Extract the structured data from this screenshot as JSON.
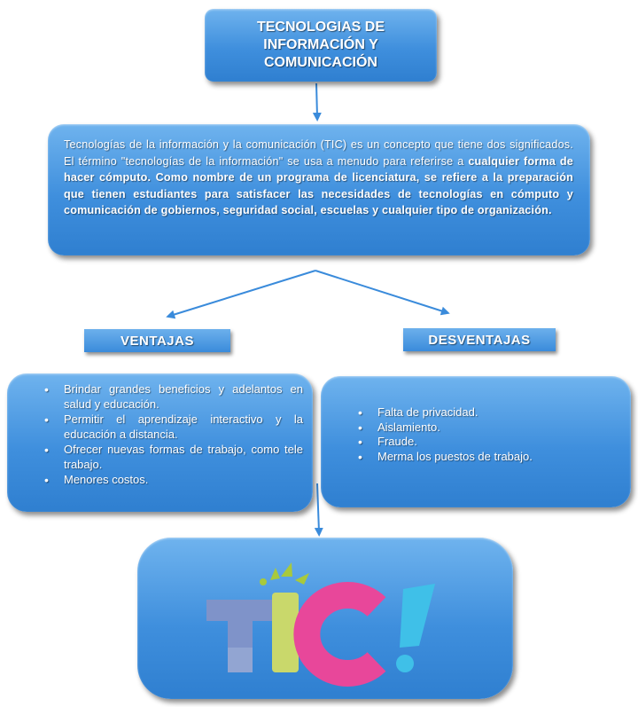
{
  "title": "TECNOLOGIAS DE\nINFORMACIÓN Y\nCOMUNICACIÓN",
  "definition": {
    "part1": "Tecnologías de la información y la comunicación (TIC) es un concepto que tiene dos significados. El término \"tecnologías de la información\" se usa a menudo para referirse a ",
    "part2": "cualquier forma de hacer cómputo. Como nombre de un programa de licenciatura, se refiere a la preparación que tienen estudiantes para satisfacer las necesidades de tecnologías en cómputo y comunicación de gobiernos, seguridad social, escuelas y cualquier tipo de organización."
  },
  "ventajas": {
    "label": "VENTAJAS",
    "items": [
      "Brindar grandes beneficios y adelantos en salud y educación.",
      "Permitir el aprendizaje interactivo y la educación a distancia.",
      "Ofrecer nuevas formas de trabajo, como tele trabajo.",
      "Menores costos."
    ]
  },
  "desventajas": {
    "label": "DESVENTAJAS",
    "items": [
      "Falta de privacidad.",
      "Aislamiento.",
      "Fraude.",
      "Merma los puestos de trabajo."
    ]
  },
  "logo": {
    "text": "TIC!",
    "colors": {
      "T": "#7f93c9",
      "I": "#c9d86b",
      "C": "#e8479a",
      "exclaim": "#3fc0e8",
      "splash": "#a8c93c"
    }
  },
  "colors": {
    "box_top": "#6fb3ee",
    "box_bottom": "#2f7fd0",
    "connector": "#3a8bdb"
  }
}
